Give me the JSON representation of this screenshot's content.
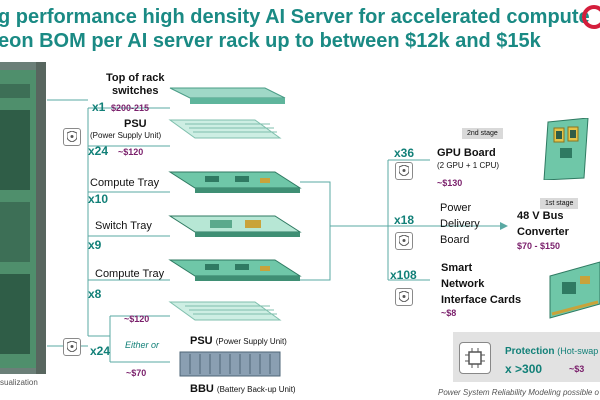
{
  "header": {
    "line1": "g performance high density AI Server for accelerated compute",
    "line2": "eon BOM per AI server rack up to between $12k and $15k"
  },
  "rack": {
    "caption": "sualization"
  },
  "components": {
    "tor": {
      "label_line1": "Top of rack",
      "label_line2": "switches",
      "multiplier": "x1",
      "price": "$200-215"
    },
    "psu_top": {
      "label": "PSU",
      "sublabel": "(Power Supply Unit)",
      "multiplier": "x24",
      "price": "~$120"
    },
    "compute_tray_1": {
      "label": "Compute Tray",
      "multiplier": "x10"
    },
    "switch_tray": {
      "label": "Switch Tray",
      "multiplier": "x9"
    },
    "compute_tray_2": {
      "label": "Compute Tray",
      "multiplier": "x8"
    },
    "power_bottom": {
      "multiplier": "x24",
      "either_or": "Either or",
      "psu_price": "~$120",
      "bbu_price": "~$70",
      "psu_label": "PSU",
      "psu_sublabel": "(Power Supply Unit)",
      "bbu_label": "BBU",
      "bbu_sublabel": "(Battery Back-up Unit)"
    }
  },
  "right": {
    "gpu_board": {
      "multiplier": "x36",
      "label": "GPU Board",
      "sublabel": "(2 GPU + 1 CPU)",
      "price": "~$130",
      "stage": "2nd stage"
    },
    "power_delivery": {
      "multiplier": "x18",
      "label_line1": "Power",
      "label_line2": "Delivery",
      "label_line3": "Board"
    },
    "bus_converter": {
      "label_line1": "48 V Bus",
      "label_line2": "Converter",
      "price": "$70 - $150",
      "stage": "1st stage"
    },
    "smart_nic": {
      "multiplier": "x108",
      "label_line1": "Smart",
      "label_line2": "Network",
      "label_line3": "Interface Cards",
      "price": "~$8"
    }
  },
  "protection": {
    "label": "Protection",
    "sublabel": "(Hot-swap",
    "count": "x >300",
    "price": "~$3"
  },
  "footer": {
    "note": "Power System Reliability Modeling possible o"
  },
  "colors": {
    "teal": "#1a8a84",
    "green": "#128078",
    "purple": "#7a1f6b",
    "hardware_green": "#6fc7a8",
    "hardware_dark": "#2f7a62"
  }
}
